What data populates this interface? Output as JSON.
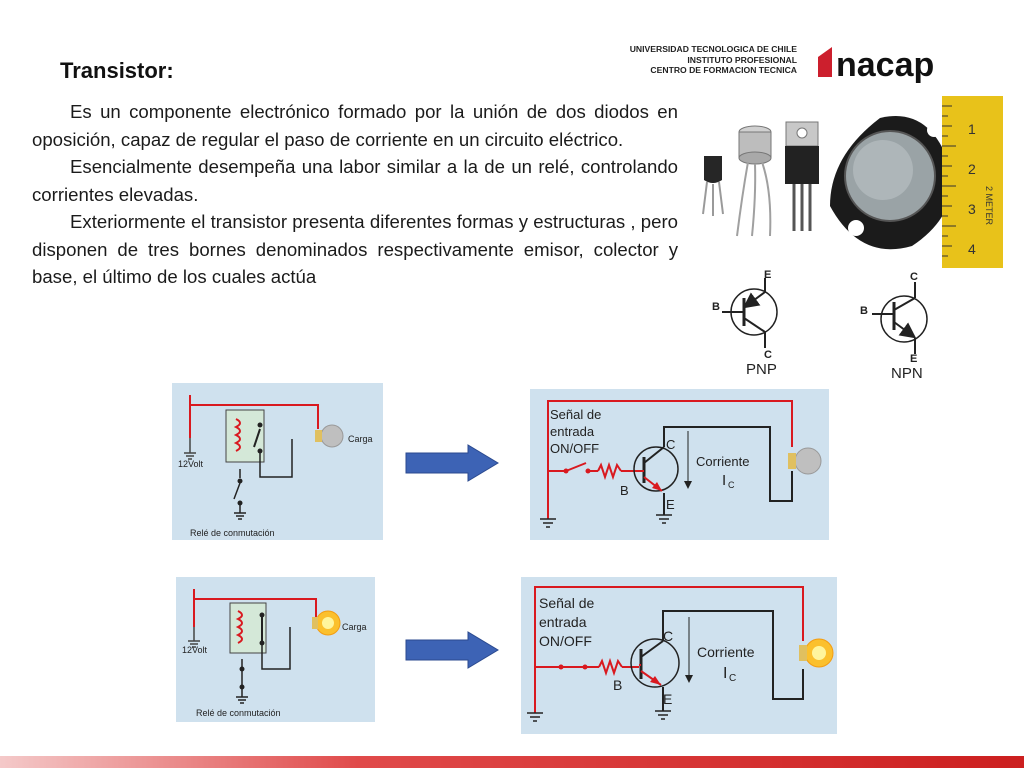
{
  "slide": {
    "title": "Transistor:",
    "paragraphs": [
      "Es un componente electrónico formado por la unión de dos diodos en oposición, capaz de regular el paso de corriente en un circuito eléctrico.",
      "Esencialmente desempeña una labor similar a la de un relé, controlando corrientes elevadas.",
      " Exteriormente el transistor presenta  diferentes formas y estructuras , pero disponen de tres bornes denominados respectivamente  emisor, colector y base, el último  de los cuales actúa"
    ]
  },
  "header": {
    "institution_lines": [
      "UNIVERSIDAD TECNOLOGICA DE CHILE",
      "INSTITUTO PROFESIONAL",
      "CENTRO DE FORMACION TECNICA"
    ],
    "logo_text": "nacap",
    "brand_color": "#cc1f2d"
  },
  "photo": {
    "ruler_numbers": [
      "1",
      "2",
      "3",
      "4"
    ],
    "ruler_label": "2 METER"
  },
  "symbols": {
    "pnp": {
      "label": "PNP",
      "terminals": {
        "top": "E",
        "base": "B",
        "bottom": "C"
      }
    },
    "npn": {
      "label": "NPN",
      "terminals": {
        "top": "C",
        "base": "B",
        "bottom": "E"
      }
    }
  },
  "relay_circuits": [
    {
      "voltage_label": "12Volt",
      "load_label": "Carga",
      "caption": "Relé de conmutación",
      "lamp_on": false
    },
    {
      "voltage_label": "12Volt",
      "load_label": "Carga",
      "caption": "Relé de conmutación",
      "lamp_on": true
    }
  ],
  "transistor_circuits": [
    {
      "signal_lines": [
        "Señal de",
        "entrada",
        "ON/OFF"
      ],
      "current_label": "Corriente",
      "current_symbol": "I",
      "current_sub": "C",
      "terminal_c": "C",
      "terminal_b": "B",
      "terminal_e": "E",
      "lamp_on": false
    },
    {
      "signal_lines": [
        "Señal de",
        "entrada",
        "ON/OFF"
      ],
      "current_label": "Corriente",
      "current_symbol": "I",
      "current_sub": "C",
      "terminal_c": "C",
      "terminal_b": "B",
      "terminal_e": "E",
      "lamp_on": true
    }
  ],
  "colors": {
    "panel_background": "#cfe1ee",
    "wire_red": "#d9191f",
    "arrow_blue": "#3d63b5",
    "lamp_off": "#bfbfbf",
    "lamp_on": "#fbc02d",
    "footer_red": "#cc1f1f"
  }
}
